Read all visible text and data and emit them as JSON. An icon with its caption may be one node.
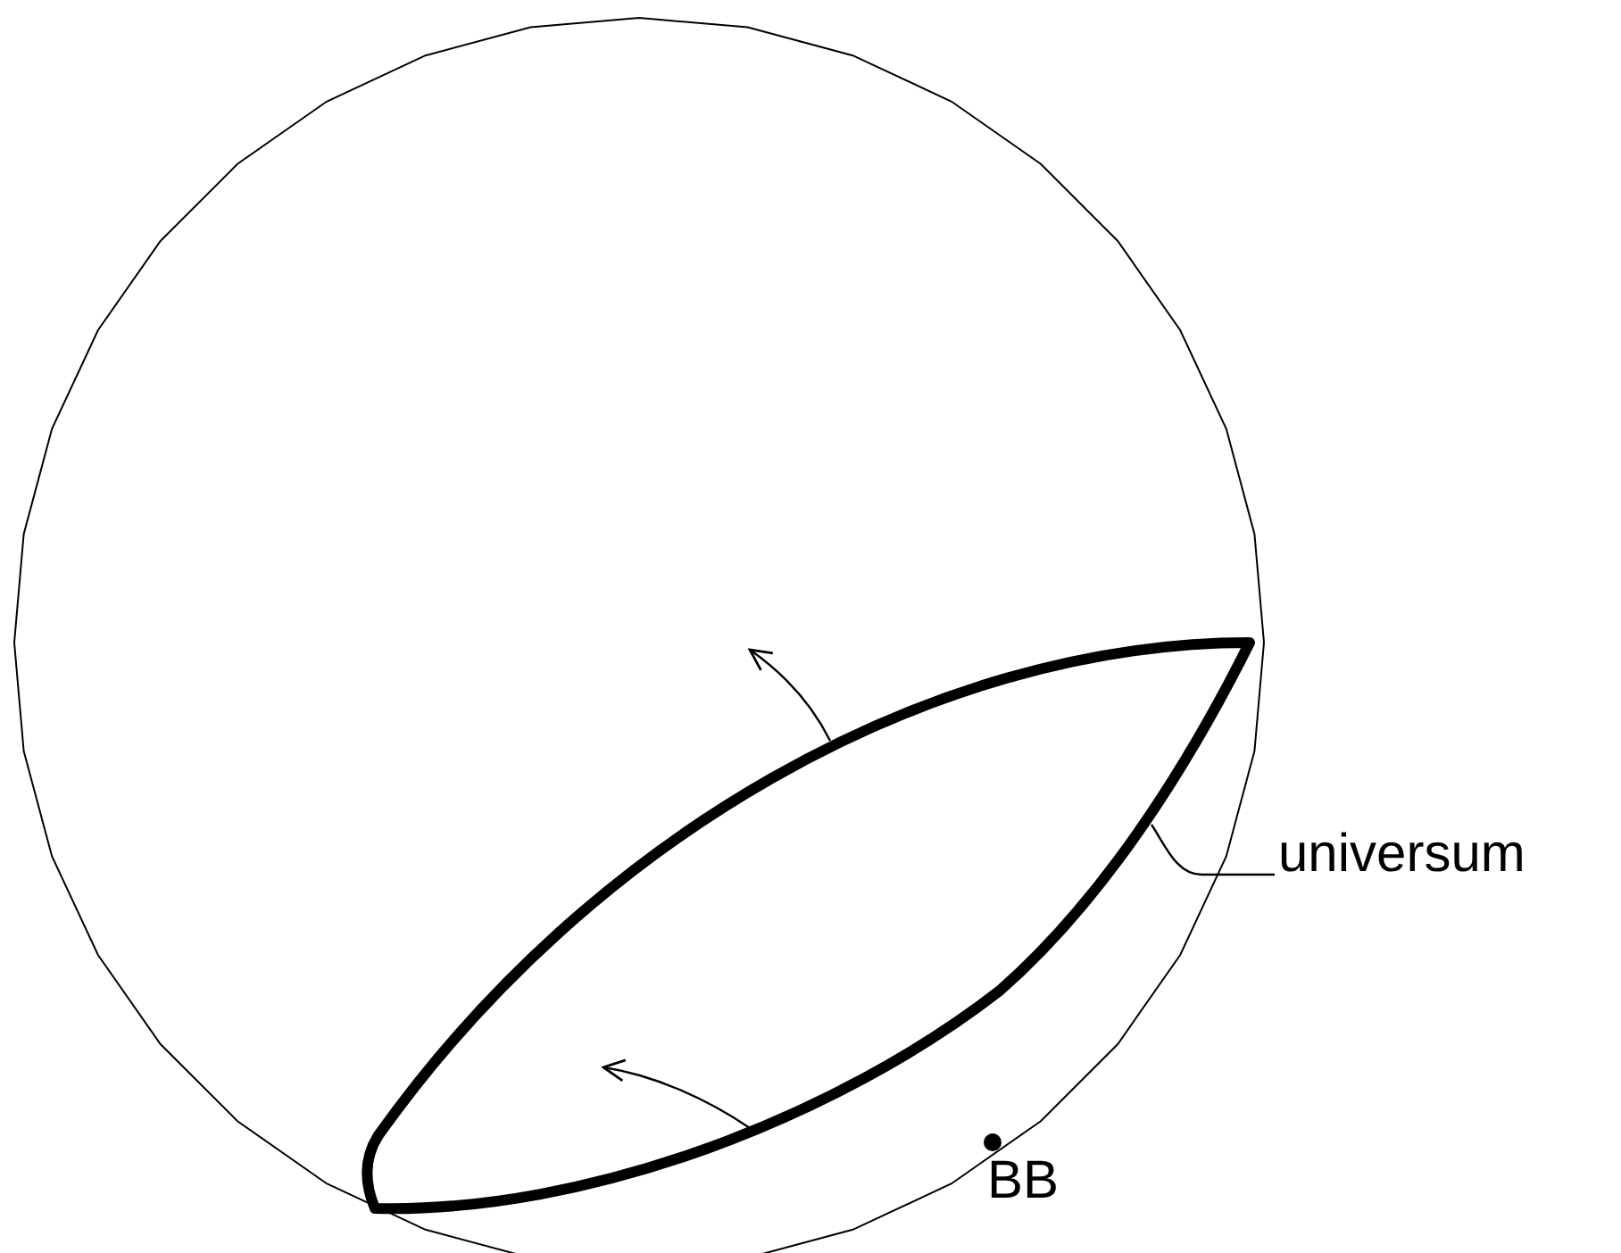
{
  "diagram": {
    "nodes": [
      {
        "text": [
          "universum"
        ]
      },
      {
        "text": [],
        "shape": "ellipse"
      }
    ],
    "edges": [
      {
        "from": 0,
        "to": 1,
        "arrow": "none"
      }
    ],
    "labels": [
      "BB"
    ]
  }
}
